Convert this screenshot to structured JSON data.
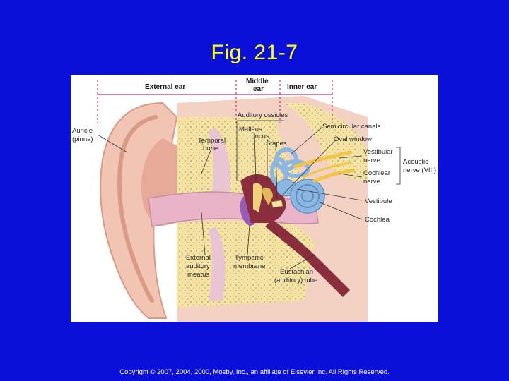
{
  "slide": {
    "title": "Fig. 21-7",
    "copyright": "Copyright © 2007, 2004, 2000, Mosby, Inc., an affiliate of Elsevier Inc. All Rights Reserved."
  },
  "figure": {
    "regions": {
      "external_ear": "External ear",
      "middle_ear_line1": "Middle",
      "middle_ear_line2": "ear",
      "inner_ear": "Inner ear"
    },
    "labels": {
      "auricle_line1": "Auricle",
      "auricle_line2": "(pinna)",
      "temporal_bone_line1": "Temporal",
      "temporal_bone_line2": "bone",
      "auditory_ossicles": "Auditory ossicles",
      "malleus": "Malleus",
      "incus": "Incus",
      "stapes": "Stapes",
      "semicircular_canals": "Semicircular canals",
      "oval_window": "Oval window",
      "vestibular_nerve_line1": "Vestibular",
      "vestibular_nerve_line2": "nerve",
      "cochlear_nerve_line1": "Cochlear",
      "cochlear_nerve_line2": "nerve",
      "acoustic_nerve_line1": "Acoustic",
      "acoustic_nerve_line2": "nerve (VIII)",
      "vestibule": "Vestibule",
      "cochlea": "Cochlea",
      "external_auditory_meatus_line1": "External",
      "external_auditory_meatus_line2": "auditory",
      "external_auditory_meatus_line3": "meatus",
      "tympanic_membrane_line1": "Tympanic",
      "tympanic_membrane_line2": "membrane",
      "eustachian_tube_line1": "Eustachian",
      "eustachian_tube_line2": "(auditory) tube"
    },
    "colors": {
      "skin": "#f2c4b4",
      "skin_dark": "#d99a86",
      "canal_pink": "#e9b3c8",
      "bone": "#f3e3a6",
      "bone_dot": "#c9a94f",
      "inner_ear_blue": "#8cb7e3",
      "nerve_yellow": "#f0c54a",
      "membrane_purple": "#9a5bb8",
      "tube_maroon": "#8a2d3d"
    }
  }
}
